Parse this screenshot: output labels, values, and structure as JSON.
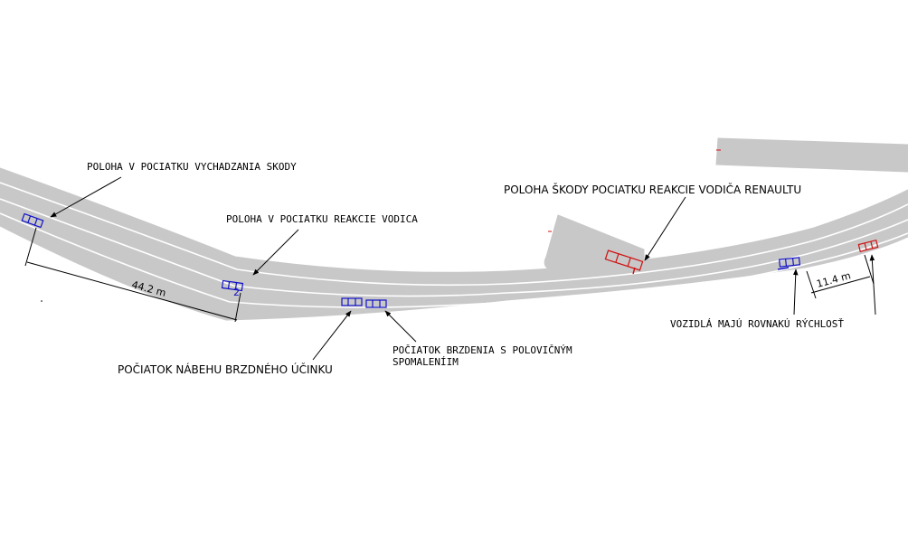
{
  "labels": {
    "start_skid": "POLOHA V POCIATKU VYCHADZANIA SKODY",
    "start_reaction": "POLOHA V POCIATKU REAKCIE VODICA",
    "renault_reaction": "POLOHA ŠKODY POCIATKU REAKCIE VODIČA RENAULTU",
    "brake_onset": "POČIATOK NÁBEHU BRZDNÉHO ÚČINKU",
    "half_decel_line1": "POČIATOK BRZDENIA S POLOVIČNÝM",
    "half_decel_line2": "SPOMALENÍIM",
    "equal_speed": "VOZIDLÁ MAJÚ ROVNAKÚ RÝCHLOSŤ"
  },
  "dimensions": {
    "dist_reaction": "44.2 m",
    "dist_gap": "11.4 m"
  },
  "vehicle_markers": {
    "reaction_car_number": "2"
  },
  "colors": {
    "road": "#c8c8c8",
    "lane": "#ffffff",
    "skoda": "#1010c8",
    "renault": "#d01010"
  }
}
